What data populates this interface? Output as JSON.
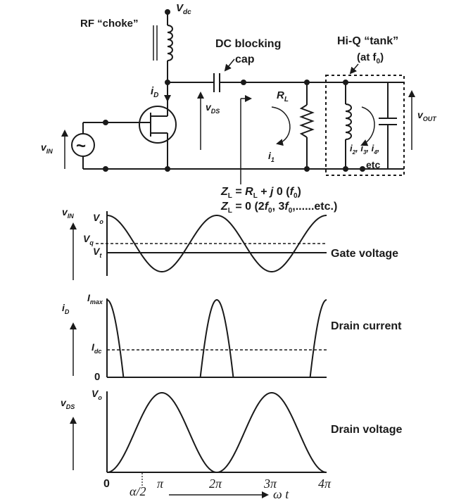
{
  "circuit": {
    "vdc": {
      "main": "V",
      "sub": "dc"
    },
    "rf_choke": "RF “choke”",
    "dc_blocking": "DC blocking",
    "cap": "cap",
    "hiq_tank": "Hi-Q “tank”",
    "at_f0": {
      "pre": "(at f",
      "sub": "0",
      "post": ")"
    },
    "id": {
      "main": "i",
      "sub": "D"
    },
    "rl": {
      "main": "R",
      "sub": "L"
    },
    "vds": {
      "main": "v",
      "sub": "DS"
    },
    "vin": {
      "main": "v",
      "sub": "IN"
    },
    "vout": {
      "main": "v",
      "sub": "OUT"
    },
    "i1": {
      "main": "i",
      "sub": "1"
    },
    "harmonics": {
      "a": "i",
      "as": "2",
      "b": "i",
      "bs": "3",
      "c": "i",
      "cs": "4",
      "sep": ", "
    },
    "etc": "etc",
    "source_symbol": "~",
    "zl_line1": {
      "z": "Z",
      "zs": "L",
      "eq": " = ",
      "r": "R",
      "rs": "L",
      "rest": " + ",
      "j": "j",
      "zero": " 0  (",
      "f": "f",
      "fs": "0",
      "close": ")"
    },
    "zl_line2": {
      "z": "Z",
      "zs": "L",
      "eq": " = 0 (2",
      "f1": "f",
      "f1s": "0",
      "mid": ", 3",
      "f2": "f",
      "f2s": "0",
      "tail": ",......etc.)"
    }
  },
  "plots": {
    "gate": {
      "axis": {
        "main": "v",
        "sub": "IN"
      },
      "vo": {
        "main": "V",
        "sub": "o"
      },
      "vq": {
        "main": "V",
        "sub": "q"
      },
      "vt": {
        "main": "V",
        "sub": "t"
      },
      "caption": "Gate voltage"
    },
    "drain_current": {
      "axis": {
        "main": "i",
        "sub": "D"
      },
      "imax": {
        "main": "I",
        "sub": "max"
      },
      "idc": {
        "main": "I",
        "sub": "dc"
      },
      "zero": "0",
      "caption": "Drain current"
    },
    "drain_voltage": {
      "axis": {
        "main": "v",
        "sub": "DS"
      },
      "vo": {
        "main": "V",
        "sub": "o"
      },
      "caption": "Drain voltage"
    },
    "x_axis": {
      "zero": "0",
      "alpha": "α/2",
      "ticks": [
        "π",
        "2π",
        "3π",
        "4π"
      ],
      "omega_t": "ω t"
    }
  }
}
